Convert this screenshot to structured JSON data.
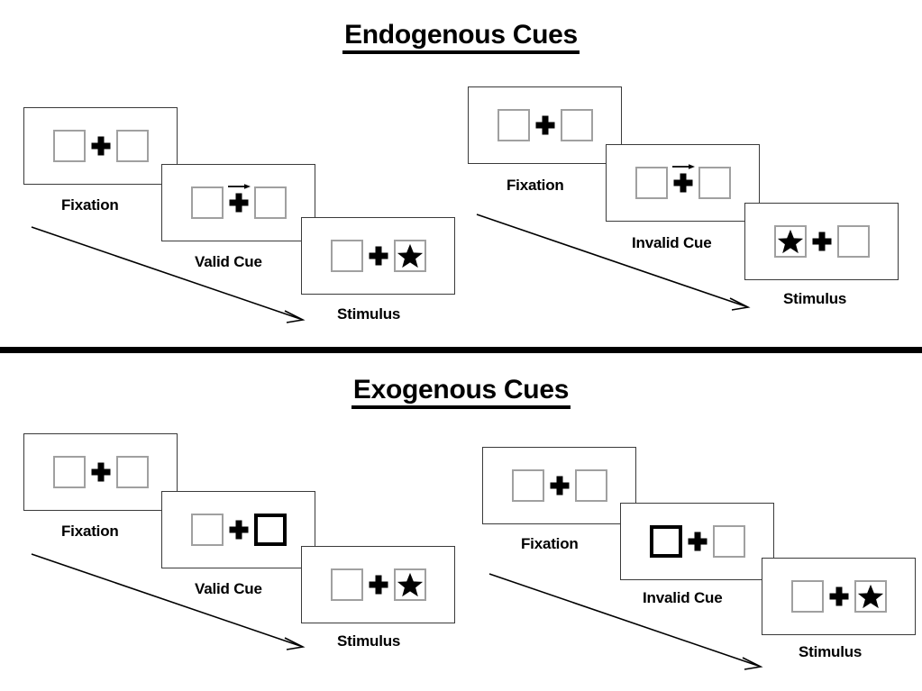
{
  "sections": [
    {
      "id": "endogenous",
      "title": "Endogenous Cues",
      "sequences": [
        {
          "id": "endogenous-valid",
          "frames": [
            {
              "caption": "Fixation",
              "left_box": "empty",
              "right_box": "empty",
              "cue": "none",
              "cue_arrow": "none"
            },
            {
              "caption": "Valid Cue",
              "left_box": "empty",
              "right_box": "empty",
              "cue": "arrow-right",
              "cue_arrow": "right-arrow-icon"
            },
            {
              "caption": "Stimulus",
              "left_box": "empty",
              "right_box": "star",
              "cue": "none",
              "cue_arrow": "none"
            }
          ]
        },
        {
          "id": "endogenous-invalid",
          "frames": [
            {
              "caption": "Fixation",
              "left_box": "empty",
              "right_box": "empty",
              "cue": "none",
              "cue_arrow": "none"
            },
            {
              "caption": "Invalid Cue",
              "left_box": "empty",
              "right_box": "empty",
              "cue": "arrow-right",
              "cue_arrow": "right-arrow-icon"
            },
            {
              "caption": "Stimulus",
              "left_box": "star",
              "right_box": "empty",
              "cue": "none",
              "cue_arrow": "none"
            }
          ]
        }
      ]
    },
    {
      "id": "exogenous",
      "title": "Exogenous Cues",
      "sequences": [
        {
          "id": "exogenous-valid",
          "frames": [
            {
              "caption": "Fixation",
              "left_box": "empty",
              "right_box": "empty",
              "cue": "none",
              "cue_arrow": "none"
            },
            {
              "caption": "Valid Cue",
              "left_box": "empty",
              "right_box": "empty-cued",
              "cue": "none",
              "cue_arrow": "none"
            },
            {
              "caption": "Stimulus",
              "left_box": "empty",
              "right_box": "star",
              "cue": "none",
              "cue_arrow": "none"
            }
          ]
        },
        {
          "id": "exogenous-invalid",
          "frames": [
            {
              "caption": "Fixation",
              "left_box": "empty",
              "right_box": "empty",
              "cue": "none",
              "cue_arrow": "none"
            },
            {
              "caption": "Invalid Cue",
              "left_box": "empty-cued",
              "right_box": "empty",
              "cue": "none",
              "cue_arrow": "none"
            },
            {
              "caption": "Stimulus",
              "left_box": "empty",
              "right_box": "star",
              "cue": "none",
              "cue_arrow": "none"
            }
          ]
        }
      ]
    }
  ],
  "glyphs": {
    "fixation_cross": "fixation-cross-icon",
    "target_star": "star-icon",
    "sequence_arrow": "time-sequence-arrow-icon"
  },
  "colors": {
    "background": "#ffffff",
    "ink": "#000000",
    "panel_border": "#3a3a3a",
    "box_border": "#a0a0a0",
    "cued_box_border": "#000000",
    "divider": "#000000"
  }
}
